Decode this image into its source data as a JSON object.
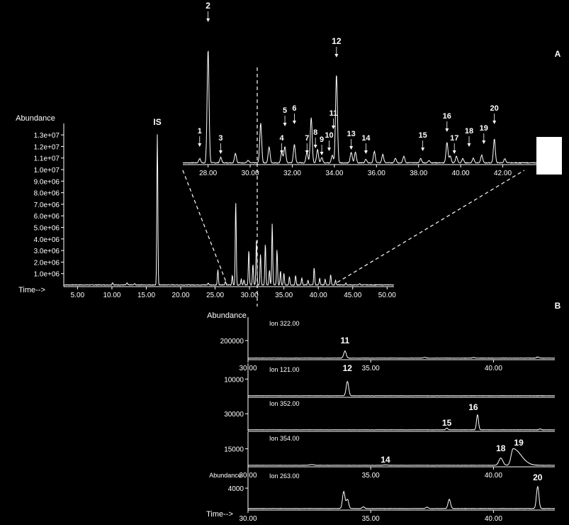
{
  "colors": {
    "background": "#000000",
    "foreground": "#ffffff"
  },
  "chart_data": [
    {
      "id": "A_full",
      "type": "line",
      "panel": "A",
      "ylabel": "Abundance",
      "xlabel": "Time-->",
      "xlim": [
        3,
        51
      ],
      "ylim": [
        0,
        13500000
      ],
      "x_ticks": [
        5,
        10,
        15,
        20,
        25,
        30,
        35,
        40,
        45,
        50
      ],
      "x_tick_labels": [
        "5.00",
        "10.00",
        "15.00",
        "20.00",
        "25.00",
        "30.00",
        "35.00",
        "40.00",
        "45.00",
        "50.00"
      ],
      "y_ticks": [
        1000000,
        2000000,
        3000000,
        4000000,
        5000000,
        6000000,
        7000000,
        8000000,
        9000000,
        10000000,
        11000000,
        12000000,
        13000000
      ],
      "y_tick_labels": [
        "1.0e+06",
        "2.0e+06",
        "3.0e+06",
        "4.0e+06",
        "5.0e+06",
        "6.0e+06",
        "7.0e+06",
        "8.0e+06",
        "9.0e+06",
        "1.0e+07",
        "1.1e+07",
        "1.2e+07",
        "1.3e+07"
      ],
      "peaks": [
        [
          10.1,
          200000
        ],
        [
          12.2,
          180000
        ],
        [
          13.3,
          120000
        ],
        [
          16.6,
          13000000
        ],
        [
          24.0,
          160000
        ],
        [
          25.4,
          1300000
        ],
        [
          26.5,
          300000
        ],
        [
          27.5,
          800000
        ],
        [
          28.0,
          7200000
        ],
        [
          28.8,
          500000
        ],
        [
          29.2,
          400000
        ],
        [
          29.9,
          3000000
        ],
        [
          30.5,
          1800000
        ],
        [
          31.0,
          3800000
        ],
        [
          31.6,
          2700000
        ],
        [
          32.3,
          3600000
        ],
        [
          32.9,
          1300000
        ],
        [
          33.3,
          5300000
        ],
        [
          34.0,
          3100000
        ],
        [
          34.5,
          1200000
        ],
        [
          35.0,
          1000000
        ],
        [
          35.8,
          700000
        ],
        [
          36.7,
          800000
        ],
        [
          37.6,
          600000
        ],
        [
          38.5,
          400000
        ],
        [
          39.4,
          1500000
        ],
        [
          40.2,
          600000
        ],
        [
          41.0,
          500000
        ],
        [
          41.8,
          900000
        ],
        [
          42.5,
          400000
        ],
        [
          44.0,
          150000
        ],
        [
          46.0,
          120000
        ]
      ],
      "annotations": [
        {
          "label": "IS",
          "x": 16.6
        }
      ]
    },
    {
      "id": "A_zoom",
      "type": "line",
      "panel": "A",
      "xlim": [
        26.8,
        43.8
      ],
      "ylim": [
        0,
        21000000
      ],
      "x_ticks": [
        28,
        30,
        32,
        34,
        36,
        38,
        40,
        42
      ],
      "x_tick_labels": [
        "28.00",
        "30.00",
        "32.00",
        "34.00",
        "36.00",
        "38.00",
        "40.00",
        "42.00"
      ],
      "peaks": [
        [
          27.6,
          700000
        ],
        [
          28.0,
          19200000
        ],
        [
          28.6,
          900000
        ],
        [
          29.3,
          1600000
        ],
        [
          29.9,
          400000
        ],
        [
          30.5,
          6700000
        ],
        [
          30.9,
          2700000
        ],
        [
          31.5,
          1800000
        ],
        [
          31.65,
          2700000
        ],
        [
          32.1,
          3100000
        ],
        [
          32.7,
          1800000
        ],
        [
          32.9,
          7700000
        ],
        [
          33.2,
          2200000
        ],
        [
          33.4,
          900000
        ],
        [
          33.9,
          1300000
        ],
        [
          34.1,
          15000000
        ],
        [
          34.8,
          1800000
        ],
        [
          35.0,
          1800000
        ],
        [
          35.5,
          600000
        ],
        [
          35.9,
          1900000
        ],
        [
          36.3,
          1400000
        ],
        [
          36.9,
          800000
        ],
        [
          37.3,
          1100000
        ],
        [
          38.1,
          700000
        ],
        [
          38.5,
          400000
        ],
        [
          39.35,
          3500000
        ],
        [
          39.5,
          1200000
        ],
        [
          39.8,
          1100000
        ],
        [
          40.1,
          700000
        ],
        [
          40.6,
          800000
        ],
        [
          41.0,
          1300000
        ],
        [
          41.6,
          4000000
        ],
        [
          42.1,
          700000
        ]
      ],
      "peak_labels": [
        {
          "label": "1",
          "x": 27.6
        },
        {
          "label": "2",
          "x": 28.0
        },
        {
          "label": "3",
          "x": 28.6
        },
        {
          "label": "4",
          "x": 31.5
        },
        {
          "label": "5",
          "x": 31.65
        },
        {
          "label": "6",
          "x": 32.1
        },
        {
          "label": "7",
          "x": 32.7
        },
        {
          "label": "8",
          "x": 33.1
        },
        {
          "label": "9",
          "x": 33.4
        },
        {
          "label": "10",
          "x": 33.75
        },
        {
          "label": "11",
          "x": 33.95
        },
        {
          "label": "12",
          "x": 34.1
        },
        {
          "label": "13",
          "x": 34.8
        },
        {
          "label": "14",
          "x": 35.5
        },
        {
          "label": "15",
          "x": 38.2
        },
        {
          "label": "16",
          "x": 39.35
        },
        {
          "label": "17",
          "x": 39.7
        },
        {
          "label": "18",
          "x": 40.4
        },
        {
          "label": "19",
          "x": 41.1
        },
        {
          "label": "20",
          "x": 41.6
        }
      ]
    },
    {
      "id": "B1",
      "type": "line",
      "panel": "B",
      "ylabel": "Abundance",
      "ion_label": "Ion 322.00",
      "xlim": [
        30,
        42.5
      ],
      "ylim": [
        0,
        400000
      ],
      "x_ticks": [
        30,
        35,
        40
      ],
      "x_tick_labels": [
        "30.00",
        "35.00",
        "40.00"
      ],
      "y_ticks": [
        200000
      ],
      "y_tick_labels": [
        "200000"
      ],
      "peaks": [
        [
          33.95,
          80000
        ],
        [
          37.2,
          8000
        ],
        [
          39.2,
          7000
        ],
        [
          41.8,
          12000
        ]
      ],
      "peak_labels": [
        {
          "label": "11",
          "x": 33.95
        }
      ]
    },
    {
      "id": "B2",
      "type": "line",
      "panel": "B",
      "ion_label": "Ion 121.00",
      "xlim": [
        30,
        42.5
      ],
      "ylim": [
        0,
        16000
      ],
      "y_ticks": [
        10000
      ],
      "y_tick_labels": [
        "10000"
      ],
      "peaks": [
        [
          34.05,
          8500
        ]
      ],
      "peak_labels": [
        {
          "label": "12",
          "x": 34.05
        }
      ]
    },
    {
      "id": "B3",
      "type": "line",
      "panel": "B",
      "ion_label": "Ion 352.00",
      "xlim": [
        30,
        42.5
      ],
      "ylim": [
        0,
        50000
      ],
      "y_ticks": [
        30000
      ],
      "y_tick_labels": [
        "30000"
      ],
      "peaks": [
        [
          38.1,
          3000
        ],
        [
          39.35,
          28000
        ],
        [
          41.9,
          1500
        ]
      ],
      "peak_labels": [
        {
          "label": "15",
          "x": 38.1
        },
        {
          "label": "16",
          "x": 39.35
        }
      ]
    },
    {
      "id": "B4",
      "type": "line",
      "panel": "B",
      "ion_label": "Ion 354.00",
      "xlim": [
        30,
        42.5
      ],
      "ylim": [
        0,
        25000
      ],
      "x_ticks": [
        30,
        35,
        40
      ],
      "x_tick_labels": [
        "30.00",
        "35.00",
        "40.00"
      ],
      "y_ticks": [
        15000
      ],
      "y_tick_labels": [
        "15000"
      ],
      "peaks": [
        [
          32.6,
          600
        ],
        [
          35.6,
          400
        ],
        [
          40.3,
          6500
        ],
        [
          40.8,
          15000
        ]
      ],
      "peak_labels": [
        {
          "label": "14",
          "x": 35.6
        },
        {
          "label": "18",
          "x": 40.3
        },
        {
          "label": "19",
          "x": 40.8
        }
      ]
    },
    {
      "id": "B5",
      "type": "line",
      "panel": "B",
      "ylabel": "Abundance",
      "xlabel": "Time-->",
      "ion_label": "Ion 263.00",
      "xlim": [
        30,
        42.5
      ],
      "ylim": [
        0,
        6500
      ],
      "x_ticks": [
        30,
        35,
        40
      ],
      "x_tick_labels": [
        "30.00",
        "35.00",
        "40.00"
      ],
      "y_ticks": [
        4000
      ],
      "y_tick_labels": [
        "4000"
      ],
      "peaks": [
        [
          33.9,
          3300
        ],
        [
          34.05,
          1800
        ],
        [
          34.7,
          300
        ],
        [
          37.3,
          250
        ],
        [
          38.2,
          1800
        ],
        [
          41.8,
          4300
        ]
      ],
      "peak_labels": [
        {
          "label": "20",
          "x": 41.8
        }
      ]
    }
  ],
  "panel_labels": [
    "A",
    "B"
  ]
}
